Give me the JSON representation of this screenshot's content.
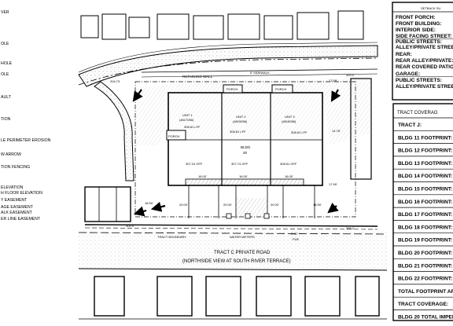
{
  "legend": {
    "items": [
      "VER",
      "OLE",
      "HOLE",
      "OLE",
      "AULT",
      "TION",
      "LE PERIMETER EROSION",
      "W ARROW",
      "TION FENCING",
      "ELEVATION",
      "H FLOOR ELEVATION",
      "Y EASEMENT",
      "AGE EASEMENT",
      "ALK EASEMENT",
      "ER LINE EASEMENT"
    ]
  },
  "setbacks": {
    "title": "SETBACK SU",
    "rows": [
      "FRONT PORCH:",
      "FRONT BUILDING:",
      "INTERIOR SIDE:",
      "SIDE FACING STREET:",
      "PUBLIC STREETS:",
      "ALLEY/PRIVATE STREETS:",
      "REAR:",
      "REAR ALLEY/PRIVATE:",
      "REAR COVERED PATIO:",
      "GARAGE:",
      "PUBLIC STREETS:",
      "ALLEY/PRIVATE STREETS:"
    ]
  },
  "coverage": {
    "title": "TRACT COVERAG",
    "rows": [
      "TRACT J:",
      "BLDG 11 FOOTPRINT:",
      "BLDG 12 FOOTPRINT:",
      "BLDG 13 FOOTPRINT:",
      "BLDG 14 FOOTPRINT:",
      "BLDG 15 FOOTPRINT:",
      "BLDG 16 FOOTPRINT:",
      "BLDG 17 FOOTPRINT:",
      "BLDG 18 FOOTPRINT:",
      "BLDG 19 FOOTPRINT:",
      "BLDG 20 FOOTPRINT:",
      "BLDG 21 FOOTPRINT:",
      "BLDG 22 FOOTPRINT:",
      "TOTAL FOOTPRINT AR",
      "TRACT COVERAGE:",
      "BLDG 20 TOTAL IMPERVI"
    ]
  },
  "plan": {
    "retaining_wall": "RETAINING WALL",
    "sidewalk": "5' SIDEWALK",
    "porch_top_mid": "PORCH",
    "porch_top_right": "PORCH",
    "porch_left": "PORCH",
    "elev_left_top": "316.73",
    "elev_right_top": "320.2",
    "dim_1759_top": "17.59'",
    "dim_1759_bottom": "17.59'",
    "dim_1478": "14.78'",
    "unit1_name": "UNIT 1",
    "unit1_addr": "(4817056)",
    "unit1_ff": "308.81 LFF",
    "unit2_name": "UNIT 2",
    "unit2_addr": "(4815056)",
    "unit2_ff": "308.81 LFF",
    "unit3_name": "UNIT 3",
    "unit3_addr": "(4816056)",
    "unit3_ff": "308.81 LFF",
    "bldg_label": "BLDG",
    "bldg_num": "20",
    "gff1": "307.24 GFF",
    "gff2": "307.74 GFF",
    "gff3": "308.51 GFF",
    "dim_16_a": "16.00'",
    "dim_16_b": "16.00'",
    "dim_16_c": "16.00'",
    "dim_20_a": "20.00'",
    "dim_20_b": "20.00'",
    "dim_20_c": "20.00'",
    "dim_185_left": "18.50'",
    "dim_185_right": "18.50'",
    "elev_left_bottom": "304.9",
    "elev_right_bottom": "306.2",
    "tract_boundary": "TRACT BOUNDARY",
    "water_meters": "WATER METERS",
    "pue_dim": "2.50'",
    "pue": "PUE",
    "road_title": "TRACT C PRIVATE ROAD",
    "road_subtitle": "(NORTHSIDE VIEW AT SOUTH RIVER TERRACE)"
  }
}
